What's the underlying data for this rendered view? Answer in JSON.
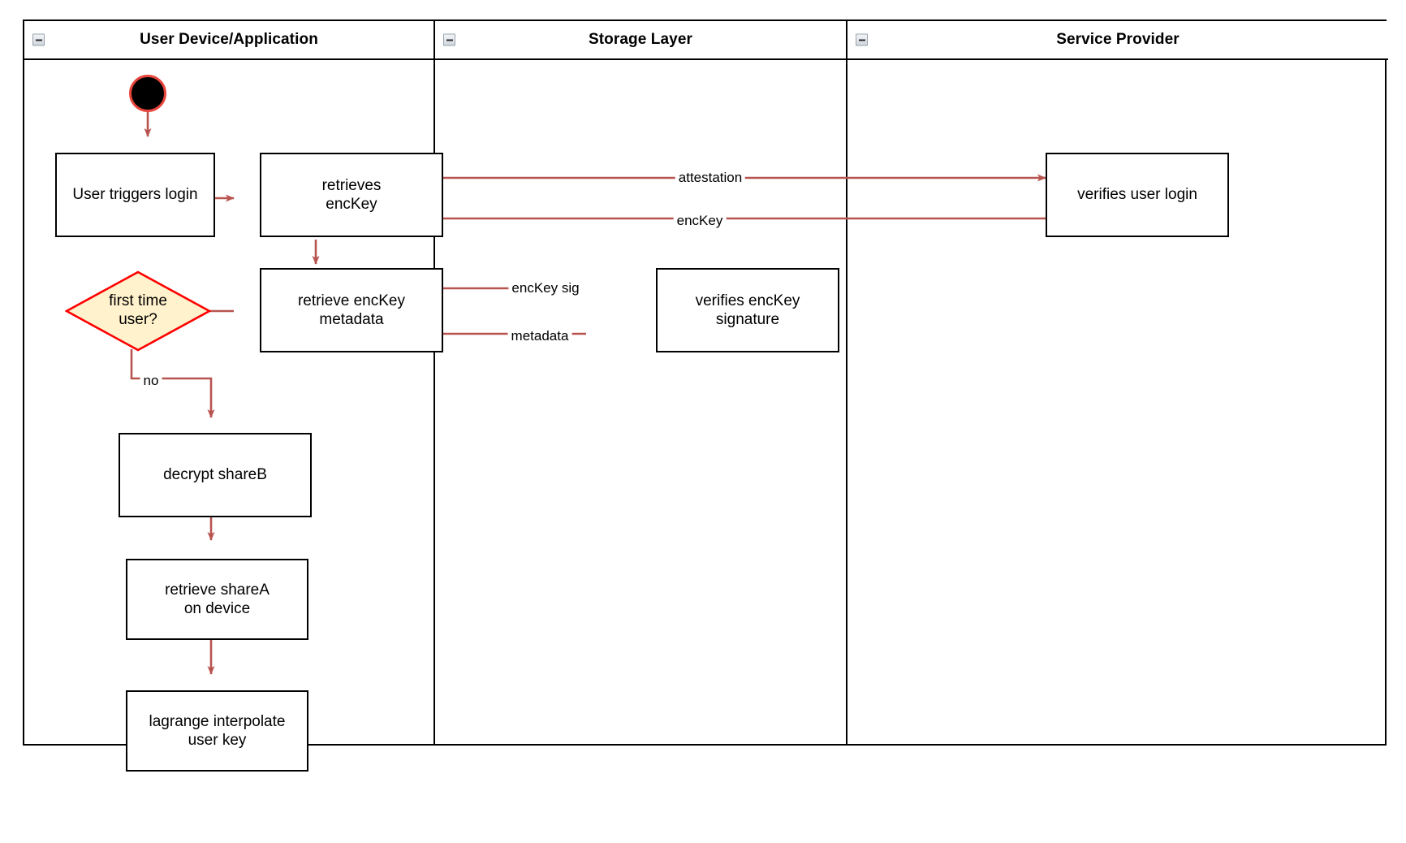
{
  "diagram": {
    "type": "swimlane-activity-diagram",
    "accent_arrow_color": "#b85450",
    "node_border_color": "#000000",
    "decision_fill_color": "#fff2cc",
    "decision_border_color": "#ff0000",
    "start_node_fill": "#000000",
    "start_node_border": "#e8453c"
  },
  "lanes": [
    {
      "id": "user-device",
      "title": "User Device/Application",
      "collapse_icon": "minus-icon"
    },
    {
      "id": "storage-layer",
      "title": "Storage Layer",
      "collapse_icon": "minus-icon"
    },
    {
      "id": "service-provider",
      "title": "Service Provider",
      "collapse_icon": "minus-icon"
    }
  ],
  "nodes": [
    {
      "id": "start",
      "shape": "initial-node",
      "label": "",
      "lane": "user-device"
    },
    {
      "id": "user-triggers-login",
      "shape": "activity",
      "label": "User triggers login",
      "lane": "user-device"
    },
    {
      "id": "retrieves-enckey",
      "shape": "activity",
      "label": "retrieves\nencKey",
      "lane": "user-device"
    },
    {
      "id": "retrieve-enckey-metadata",
      "shape": "activity",
      "label": "retrieve encKey\nmetadata",
      "lane": "user-device"
    },
    {
      "id": "first-time-user",
      "shape": "decision",
      "label": "first time\nuser?",
      "lane": "user-device"
    },
    {
      "id": "decrypt-shareb",
      "shape": "activity",
      "label": "decrypt shareB",
      "lane": "user-device"
    },
    {
      "id": "retrieve-sharea-on-device",
      "shape": "activity",
      "label": "retrieve shareA\non device",
      "lane": "user-device"
    },
    {
      "id": "lagrange-interpolate-user-key",
      "shape": "activity",
      "label": "lagrange interpolate\nuser key",
      "lane": "user-device"
    },
    {
      "id": "verifies-enckey-signature",
      "shape": "activity",
      "label": "verifies encKey\nsignature",
      "lane": "storage-layer"
    },
    {
      "id": "verifies-user-login",
      "shape": "activity",
      "label": "verifies user login",
      "lane": "service-provider"
    }
  ],
  "edges": [
    {
      "id": "start-to-login",
      "from": "start",
      "to": "user-triggers-login",
      "label": ""
    },
    {
      "id": "login-to-retrieves",
      "from": "user-triggers-login",
      "to": "retrieves-enckey",
      "label": ""
    },
    {
      "id": "attestation",
      "from": "retrieves-enckey",
      "to": "verifies-user-login",
      "label": "attestation"
    },
    {
      "id": "enckey-back",
      "from": "verifies-user-login",
      "to": "retrieves-enckey",
      "label": "encKey"
    },
    {
      "id": "retrieves-to-metadata",
      "from": "retrieves-enckey",
      "to": "retrieve-enckey-metadata",
      "label": ""
    },
    {
      "id": "enckey-sig",
      "from": "retrieve-enckey-metadata",
      "to": "verifies-enckey-signature",
      "label": "encKey sig"
    },
    {
      "id": "metadata-back",
      "from": "verifies-enckey-signature",
      "to": "retrieve-enckey-metadata",
      "label": "metadata"
    },
    {
      "id": "metadata-to-decision",
      "from": "retrieve-enckey-metadata",
      "to": "first-time-user",
      "label": ""
    },
    {
      "id": "decision-no",
      "from": "first-time-user",
      "to": "decrypt-shareb",
      "label": "no"
    },
    {
      "id": "decrypt-to-sharea",
      "from": "decrypt-shareb",
      "to": "retrieve-sharea-on-device",
      "label": ""
    },
    {
      "id": "sharea-to-lagrange",
      "from": "retrieve-sharea-on-device",
      "to": "lagrange-interpolate-user-key",
      "label": ""
    }
  ],
  "labels": {
    "attestation": "attestation",
    "enckey": "encKey",
    "enckey_sig": "encKey sig",
    "metadata": "metadata",
    "no": "no"
  }
}
